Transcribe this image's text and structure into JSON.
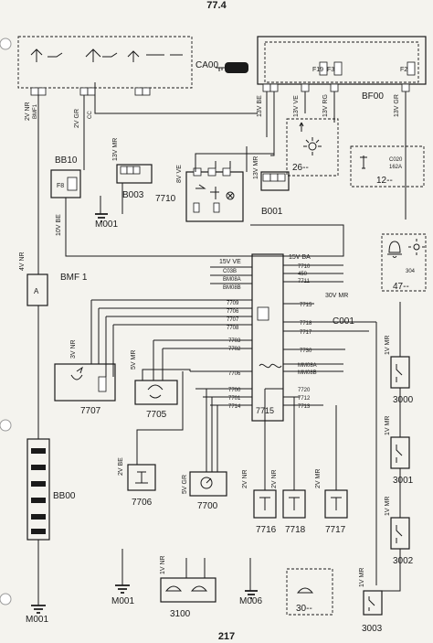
{
  "page": {
    "section_number": "77.4",
    "page_number": "217"
  },
  "components": {
    "CA00": "CA00",
    "BF00": "BF00",
    "BB10": "BB10",
    "BB00": "BB00",
    "BMF1": "BMF 1",
    "B003": "B003",
    "B001": "B001",
    "C001": "C001",
    "M001_a": "M001",
    "M001_b": "M001",
    "M001_c": "M001",
    "M006": "M006",
    "c7707": "7707",
    "c7705": "7705",
    "c7706": "7706",
    "c7700": "7700",
    "c7710": "7710",
    "c7715": "7715",
    "c7716": "7716",
    "c7718": "7718",
    "c7717": "7717",
    "c3000": "3000",
    "c3001": "3001",
    "c3002": "3002",
    "c3003": "3003",
    "c3100": "3100",
    "ref26": "26--",
    "ref12": "12--",
    "ref47": "47--",
    "ref30": "30--"
  },
  "fuses": {
    "F19": "F19",
    "F3": "F3",
    "F2": "F2",
    "F8": "F8"
  },
  "connectors": {
    "ca00": "2V NR",
    "ca00_2": "2V GR",
    "bf00_a": "13V BE",
    "bf00_b": "13V VE",
    "bf00_c": "13V RG",
    "bf00_d": "13V GR",
    "b003": "13V MR",
    "c7710": "8V VE",
    "b001": "13V MR",
    "bb10": "10V BE",
    "bmf1": "4V NR",
    "ecu_top": "15V BA",
    "ecu_ve": "15V VE",
    "c001": "30V MR",
    "c7707": "3V NR",
    "c7705": "5V MR",
    "c7706": "2V BE",
    "c7700": "5V GR",
    "c7716": "2V NR",
    "c7718": "2V NR",
    "c7717": "2V MR",
    "c3000": "1V MR",
    "c3001": "1V MR",
    "c3002": "1V MR",
    "c3003": "1V MR",
    "c3100": "1V NR"
  },
  "wires": {
    "w7710": "7710",
    "w450": "450",
    "w7711": "7711",
    "w7715": "7715",
    "w7718": "7718",
    "w7717": "7717",
    "w7730": "7730",
    "w7709": "7709",
    "w7706a": "7706",
    "w7707": "7707",
    "w7708": "7708",
    "w7703": "7703",
    "w7702": "7702",
    "w7706b": "7706",
    "w7700": "7700",
    "w7701": "7701",
    "w7714": "7714",
    "w7720": "7720",
    "w7712": "7712",
    "w7713": "7713",
    "wMM08A": "MM08A",
    "wMM08B": "MM08B",
    "wBM08A": "BM08A",
    "wBM08B": "BM08B",
    "wC03B": "C03B",
    "wBMF1": "BMF1",
    "wCC": "CC",
    "wC020": "C020",
    "w162A": "162A",
    "w304": "304"
  }
}
